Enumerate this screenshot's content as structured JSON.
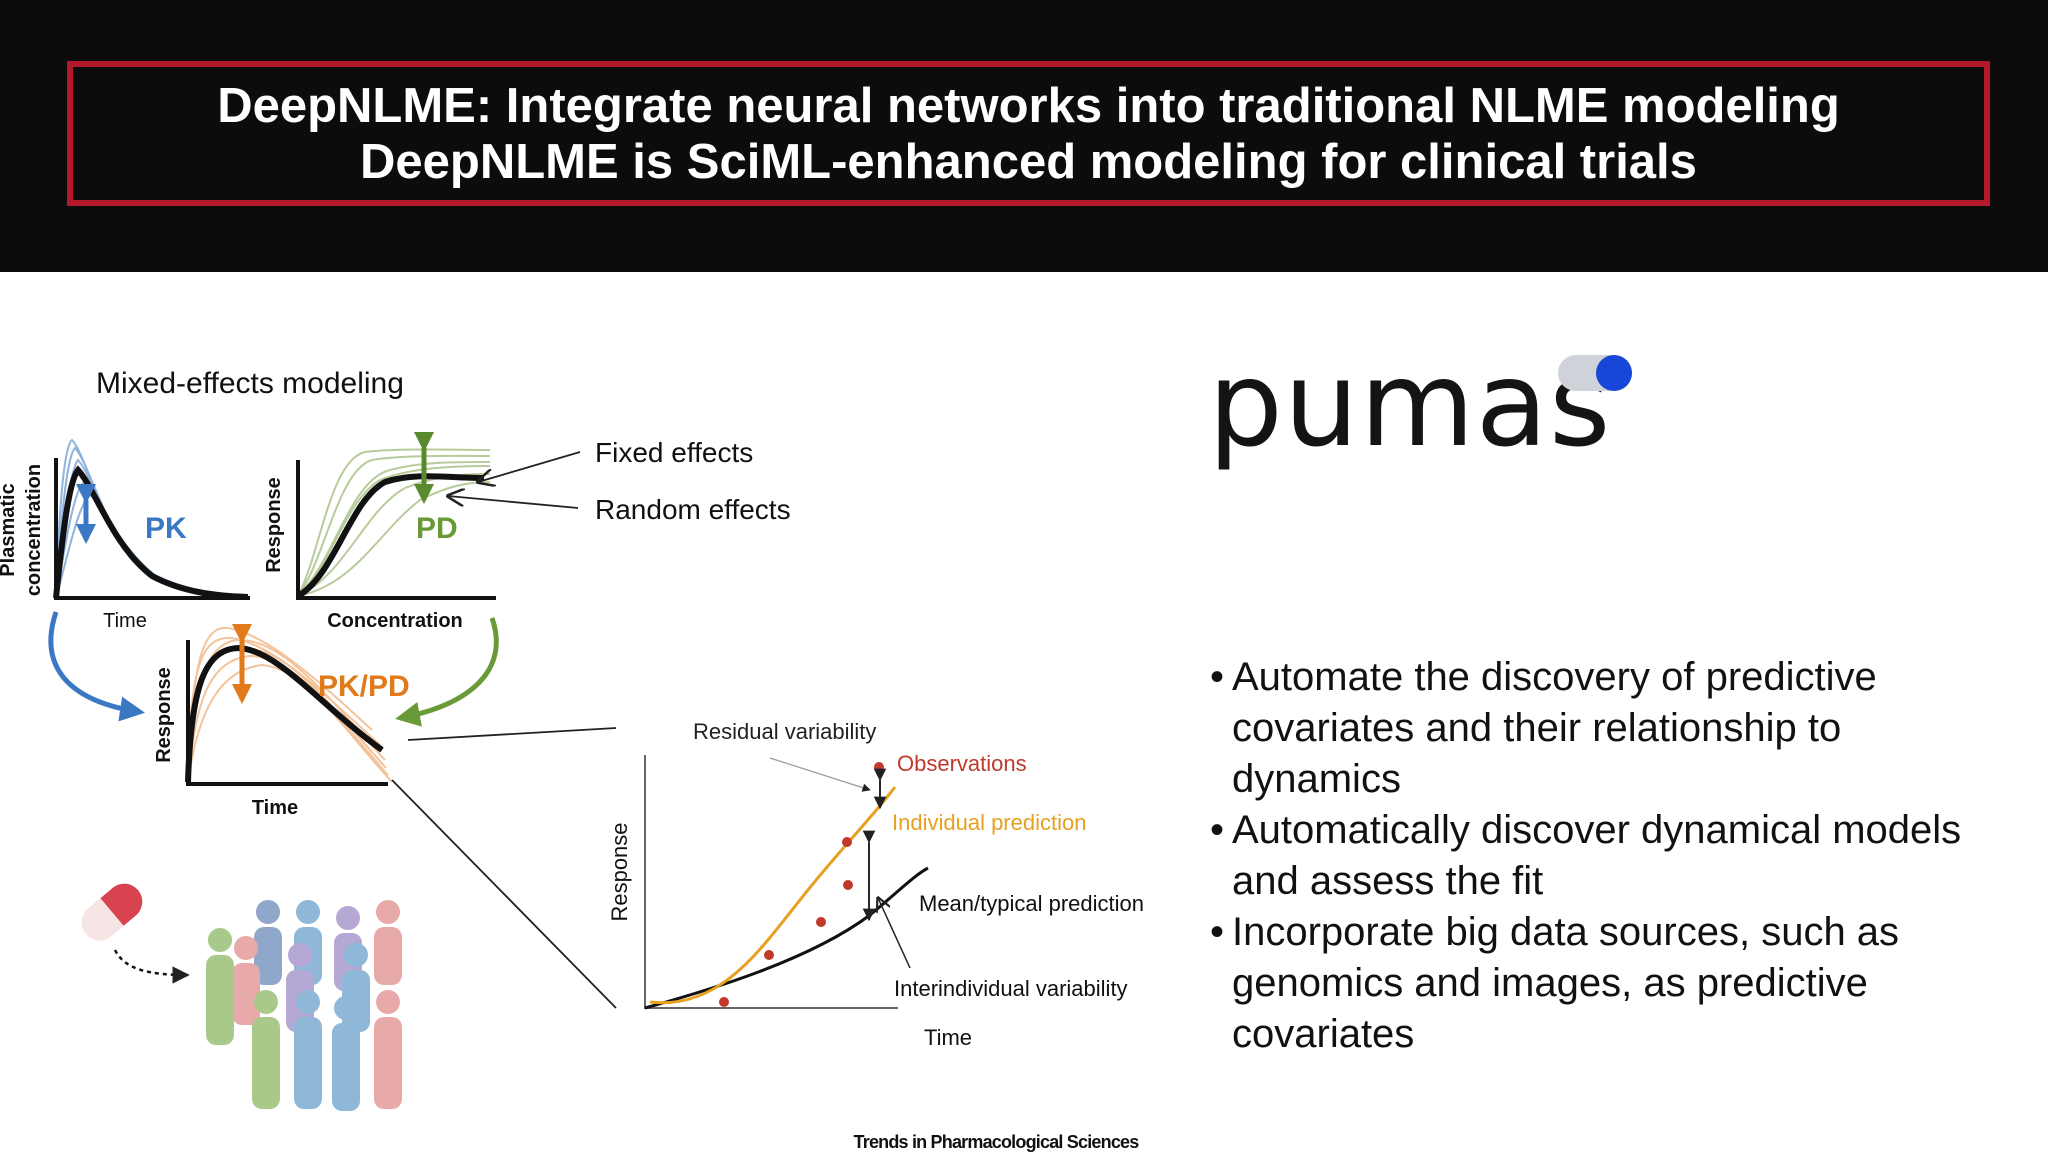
{
  "title": {
    "line1": "DeepNLME: Integrate neural networks into traditional NLME modeling",
    "line2": "DeepNLME is SciML-enhanced modeling for clinical trials"
  },
  "figure": {
    "heading": "Mixed-effects modeling",
    "pk": {
      "ylabel_line1": "Plasmatic",
      "ylabel_line2": "concentration",
      "xlabel": "Time",
      "tag": "PK"
    },
    "pd": {
      "ylabel": "Response",
      "xlabel": "Concentration",
      "tag": "PD"
    },
    "pkpd": {
      "ylabel": "Response",
      "xlabel": "Time",
      "tag": "PK/PD"
    },
    "callouts": {
      "fixed": "Fixed effects",
      "random": "Random effects"
    },
    "residual": {
      "residual_variability": "Residual variability",
      "observations": "Observations",
      "individual_prediction": "Individual prediction",
      "mean_prediction": "Mean/typical prediction",
      "interindividual_variability": "Interindividual variability",
      "xlabel": "Time",
      "ylabel": "Response"
    },
    "source": "Trends in Pharmacological Sciences",
    "icons": [
      "pill-capsule-icon",
      "population-icon"
    ]
  },
  "logo": {
    "word": "pumas",
    "toggle": "toggle-on-icon"
  },
  "bullets": [
    "Automate the discovery of predictive covariates and their relationship to dynamics",
    "Automatically discover dynamical models and assess the fit",
    "Incorporate big data sources, such as genomics and images, as predictive covariates"
  ],
  "colors": {
    "header_bg": "#0c0c0c",
    "title_border": "#b3192b",
    "pk_blue": "#3a78c3",
    "pd_green": "#5a8a2e",
    "pkpd_orange": "#e07a1a",
    "observation_red": "#c0392b",
    "individual_orange": "#e8a020",
    "toggle_blue": "#1746d8"
  }
}
